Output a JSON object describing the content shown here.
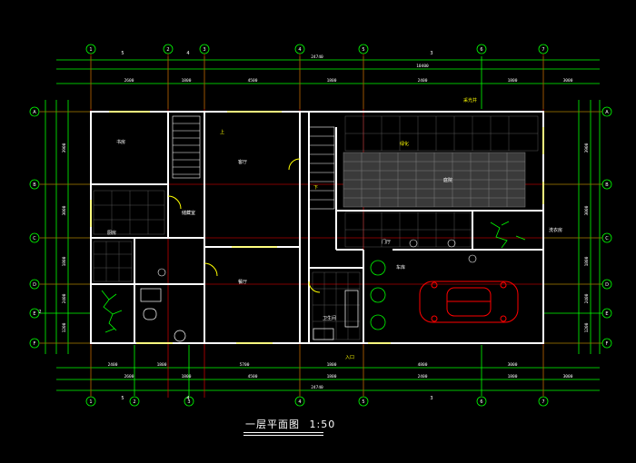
{
  "drawing": {
    "title": "一层平面图",
    "scale": "1:50",
    "colors": {
      "background": "#000000",
      "wall": "#ffffff",
      "dimension": "#00ff00",
      "axis": "#ff0000",
      "furniture": "#00ff00",
      "car": "#ff0000",
      "annotation": "#ffff00",
      "hatch": "#7f7f7f"
    }
  },
  "axes": {
    "top": [
      "1",
      "2",
      "3",
      "4",
      "5",
      "6",
      "7"
    ],
    "bottom": [
      "1",
      "2",
      "3",
      "4",
      "5",
      "6",
      "7"
    ],
    "left": [
      "A",
      "B",
      "C",
      "D",
      "E",
      "F"
    ],
    "right": [
      "A",
      "B",
      "C",
      "D",
      "E",
      "F"
    ],
    "text_top": [
      "5",
      "4",
      "3"
    ],
    "text_bottom": [
      "5",
      "4",
      "3"
    ],
    "text_left": [
      "2"
    ]
  },
  "dimensions": {
    "top_total": "24740",
    "top_mid_total": "10400",
    "top_row1": [
      "2600",
      "1800",
      "4500",
      "1800",
      "2400",
      "1800",
      "3000"
    ],
    "bottom_total": "24740",
    "bottom_row1": [
      "2400",
      "1800",
      "5700",
      "1800",
      "4800",
      "3000"
    ],
    "bottom_row2": [
      "2600",
      "1800",
      "4500",
      "1800",
      "2400",
      "1800",
      "3000"
    ],
    "left": [
      "3900",
      "3000",
      "1800",
      "2400",
      "1200"
    ],
    "right": [
      "3900",
      "3000",
      "1800",
      "2400",
      "1200"
    ]
  },
  "rooms": [
    {
      "id": "study",
      "label": "书房"
    },
    {
      "id": "living",
      "label": "客厅"
    },
    {
      "id": "dining",
      "label": "餐厅"
    },
    {
      "id": "kitchen",
      "label": "厨房"
    },
    {
      "id": "bath",
      "label": "卫生间"
    },
    {
      "id": "courtyard",
      "label": "庭院"
    },
    {
      "id": "garage",
      "label": "车库"
    },
    {
      "id": "storage",
      "label": "储藏室"
    },
    {
      "id": "laundry",
      "label": "洗衣房"
    },
    {
      "id": "entry",
      "label": "门厅"
    }
  ],
  "annotations": {
    "stair_up": "上",
    "stair_dn": "下",
    "entry_label": "入口",
    "skylight": "采光井",
    "plants": "绿化"
  }
}
